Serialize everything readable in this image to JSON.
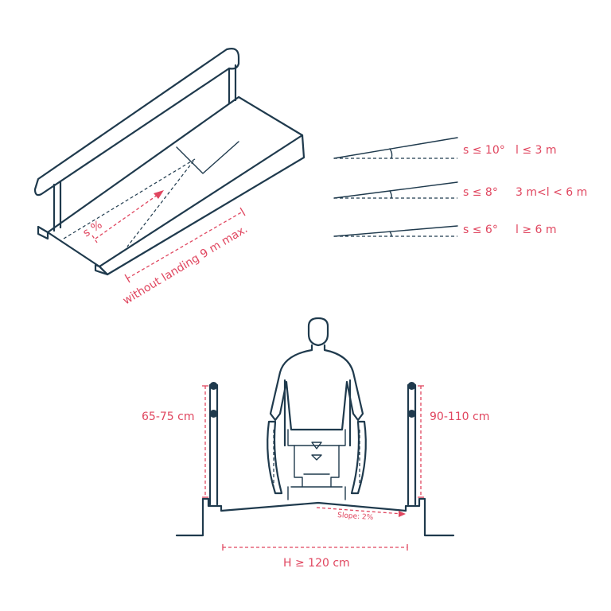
{
  "colors": {
    "ink": "#1f3a4d",
    "accent": "#e0465f",
    "background": "#ffffff"
  },
  "ramp": {
    "slope_symbol": "s %",
    "length_note": "without landing 9 m max."
  },
  "slope_rules": [
    {
      "slope": "s ≤ 10°",
      "length": "l ≤ 3 m"
    },
    {
      "slope": "s ≤ 8°",
      "length": "3 m<l < 6 m"
    },
    {
      "slope": "s ≤ 6°",
      "length": "l ≥ 6 m"
    }
  ],
  "section": {
    "left_rail_height": "65-75 cm",
    "right_rail_height": "90-110 cm",
    "cross_slope": "Slope: 2%",
    "width": "H ≥ 120 cm"
  }
}
